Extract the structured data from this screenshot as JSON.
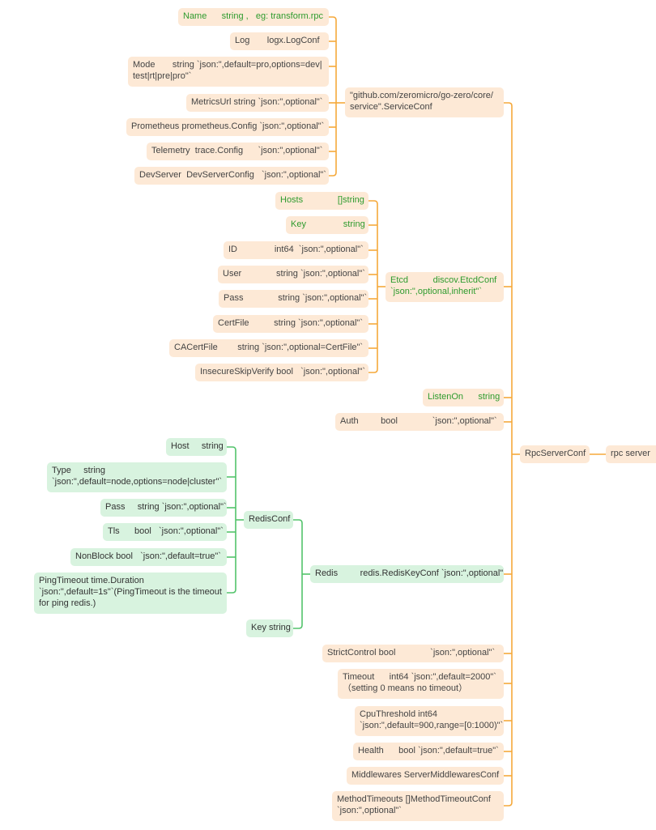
{
  "colors": {
    "orange_line": "#f5a83a",
    "green_line": "#52c36b",
    "orange_node": "#fde9d6",
    "green_node": "#d8f3df",
    "key_green": "#2e9b2e"
  },
  "root": {
    "label": "rpc server"
  },
  "rpc": {
    "label": "RpcServerConf"
  },
  "service": {
    "label": "\"github.com/zeromicro/go-zero/core/\nservice\".ServiceConf",
    "fields": [
      {
        "key": "Name",
        "value": "      string ,   eg: transform.rpc"
      },
      {
        "key": "Log",
        "value": "       logx.LogConf"
      },
      {
        "key": "Mode",
        "value": "       string `json:\",default=pro,options=dev|\ntest|rt|pre|pro\"`"
      },
      {
        "key": "MetricsUrl",
        "value": " string `json:\",optional\"`"
      },
      {
        "key": "Prometheus",
        "value": " prometheus.Config `json:\",optional\"`"
      },
      {
        "key": "Telemetry",
        "value": "  trace.Config      `json:\",optional\"`"
      },
      {
        "key": "DevServer",
        "value": "  DevServerConfig   `json:\",optional\"`"
      }
    ]
  },
  "etcd": {
    "key": "Etcd",
    "value": "          discov.EtcdConf\n`json:\",optional,inherit\"`",
    "fields": [
      {
        "key": "Hosts",
        "value": "              []string"
      },
      {
        "key": "Key",
        "value": "               string"
      },
      {
        "key": "ID",
        "value": "               int64  `json:\",optional\"`"
      },
      {
        "key": "User",
        "value": "              string `json:\",optional\"`"
      },
      {
        "key": "Pass",
        "value": "              string `json:\",optional\"`"
      },
      {
        "key": "CertFile",
        "value": "          string `json:\",optional\"`"
      },
      {
        "key": "CACertFile",
        "value": "        string `json:\",optional=CertFile\"`"
      },
      {
        "key": "InsecureSkipVerify",
        "value": " bool   `json:\",optional\"`"
      }
    ]
  },
  "listen": {
    "key": "ListenOn",
    "value": "      string"
  },
  "auth": {
    "key": "Auth",
    "value": "         bool              `json:\",optional\"`"
  },
  "redis": {
    "key": "Redis",
    "value": "         redis.RedisKeyConf `json:\",optional\"`",
    "conf_label": "RedisConf",
    "key_string": "Key string",
    "conf_fields": [
      {
        "key": "Host",
        "value": "     string"
      },
      {
        "key": "Type",
        "value": "     string\n`json:\",default=node,options=node|cluster\"`"
      },
      {
        "key": "Pass",
        "value": "     string `json:\",optional\"`"
      },
      {
        "key": "Tls",
        "value": "      bool   `json:\",optional\"`"
      },
      {
        "key": "NonBlock",
        "value": " bool   `json:\",default=true\"`"
      },
      {
        "key": "PingTimeout",
        "value": " time.Duration\n`json:\",default=1s\"`(PingTimeout is the timeout\nfor ping redis.)"
      }
    ]
  },
  "rpc_fields": [
    {
      "key": "StrictControl",
      "value": " bool              `json:\",optional\"`"
    },
    {
      "key": "Timeout",
      "value": "      int64 `json:\",default=2000\"`\n（setting 0 means no timeout）"
    },
    {
      "key": "CpuThreshold",
      "value": " int64\n`json:\",default=900,range=[0:1000)\"`"
    },
    {
      "key": "Health",
      "value": "      bool `json:\",default=true\"`"
    },
    {
      "key": "Middlewares",
      "value": " ServerMiddlewaresConf"
    },
    {
      "key": "MethodTimeouts",
      "value": " []MethodTimeoutConf\n`json:\",optional\"`"
    }
  ]
}
